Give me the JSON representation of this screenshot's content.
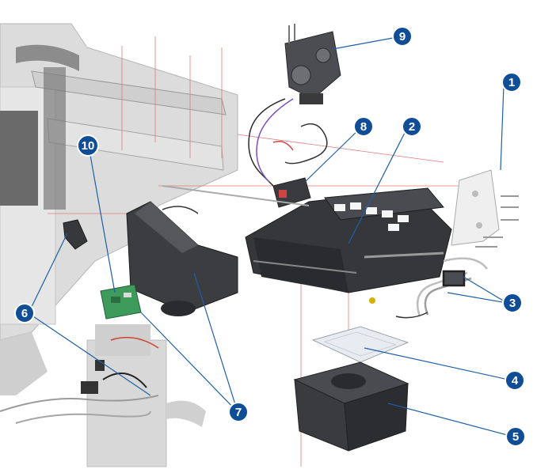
{
  "diagram": {
    "colors": {
      "callout_fill": "#0f4e96",
      "callout_ring": "#ffffff",
      "leader": "#1f5fa5",
      "assembly_line": "#e07a7a",
      "part_dark": "#2f2f33",
      "part_mid": "#55575c",
      "printer_body": "#d9d9d9",
      "pcb": "#3e9b5b"
    },
    "callouts": [
      {
        "id": "1",
        "label": "1"
      },
      {
        "id": "2",
        "label": "2"
      },
      {
        "id": "3",
        "label": "3"
      },
      {
        "id": "4",
        "label": "4"
      },
      {
        "id": "5",
        "label": "5"
      },
      {
        "id": "6",
        "label": "6"
      },
      {
        "id": "7",
        "label": "7"
      },
      {
        "id": "8",
        "label": "8"
      },
      {
        "id": "9",
        "label": "9"
      },
      {
        "id": "10",
        "label": "10"
      }
    ]
  }
}
